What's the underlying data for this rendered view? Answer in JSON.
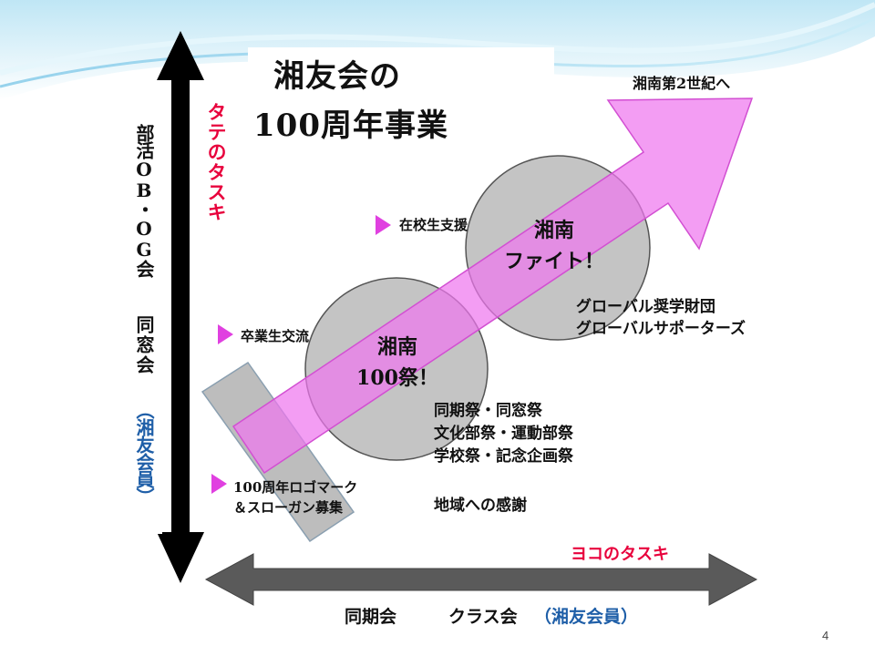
{
  "title": {
    "line1": "湘友会の",
    "line2": "100周年事業"
  },
  "vertical_axis": {
    "label": "タテのタスキ",
    "color": "#e8003c"
  },
  "horizontal_axis": {
    "label": "ヨコのタスキ",
    "color": "#e8003c"
  },
  "left_panel": {
    "line1": "部活OB・OG会",
    "line2": "同窓会",
    "line3": "（湘友会員）",
    "line3_color": "#1f5fa8"
  },
  "bottom_panel": {
    "part1": "同期会",
    "part2": "クラス会",
    "part3": "（湘友会員）",
    "part3_color": "#1f5fa8"
  },
  "big_arrow": {
    "target_label": "湘南第2世紀へ",
    "color": "#ee77ee"
  },
  "circles": [
    {
      "line1": "湘南",
      "line2": "100祭！"
    },
    {
      "line1": "湘南",
      "line2": "ファイト！"
    }
  ],
  "bullets": [
    {
      "text": "在校生支援"
    },
    {
      "text": "卒業生交流"
    },
    {
      "line1": "100周年ロゴマーク",
      "line2": "＆スローガン募集"
    }
  ],
  "notes": {
    "global": {
      "line1": "グローバル奨学財団",
      "line2": "グローバルサポーターズ"
    },
    "festivals": {
      "line1": "同期祭・同窓祭",
      "line2": "文化部祭・運動部祭",
      "line3": "学校祭・記念企画祭"
    },
    "community": "地域への感謝"
  },
  "page_number": "4"
}
